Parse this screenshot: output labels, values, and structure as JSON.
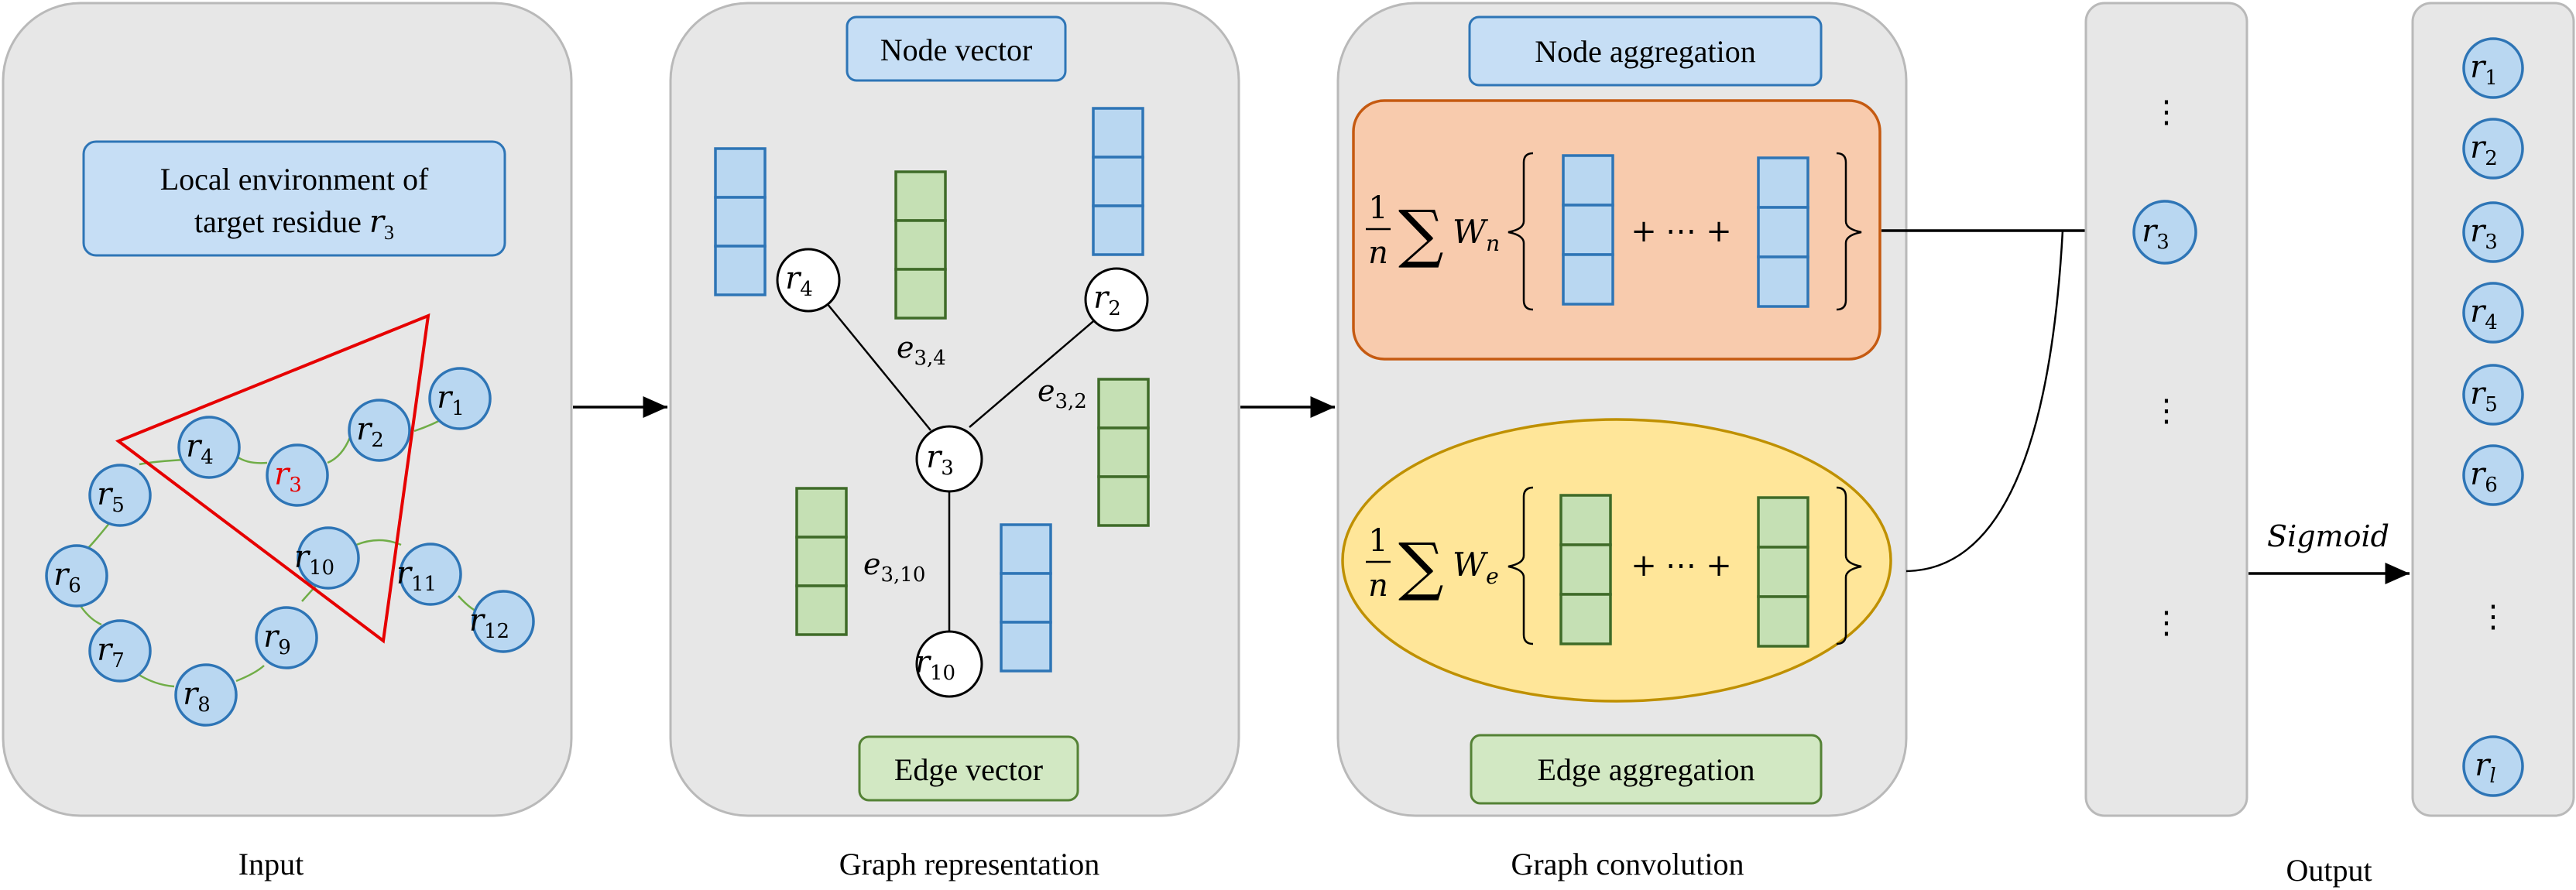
{
  "captions": {
    "input": "Input",
    "graph_representation": "Graph representation",
    "graph_convolution": "Graph convolution",
    "output": "Output"
  },
  "input_panel": {
    "title_line1": "Local environment of",
    "title_line2": "target residue",
    "title_var": "r",
    "title_sub": "3",
    "residues": [
      {
        "base": "r",
        "sub": "1",
        "highlight": false
      },
      {
        "base": "r",
        "sub": "2",
        "highlight": false
      },
      {
        "base": "r",
        "sub": "3",
        "highlight": true
      },
      {
        "base": "r",
        "sub": "4",
        "highlight": false
      },
      {
        "base": "r",
        "sub": "5",
        "highlight": false
      },
      {
        "base": "r",
        "sub": "6",
        "highlight": false
      },
      {
        "base": "r",
        "sub": "7",
        "highlight": false
      },
      {
        "base": "r",
        "sub": "8",
        "highlight": false
      },
      {
        "base": "r",
        "sub": "9",
        "highlight": false
      },
      {
        "base": "r",
        "sub": "10",
        "highlight": false
      },
      {
        "base": "r",
        "sub": "11",
        "highlight": false
      },
      {
        "base": "r",
        "sub": "12",
        "highlight": false
      }
    ]
  },
  "graph_panel": {
    "node_vector_label": "Node vector",
    "edge_vector_label": "Edge vector",
    "nodes": [
      {
        "base": "r",
        "sub": "4"
      },
      {
        "base": "r",
        "sub": "2"
      },
      {
        "base": "r",
        "sub": "3"
      },
      {
        "base": "r",
        "sub": "10"
      }
    ],
    "edges": [
      {
        "base": "e",
        "sub": "3,4"
      },
      {
        "base": "e",
        "sub": "3,2"
      },
      {
        "base": "e",
        "sub": "3,10"
      }
    ]
  },
  "conv_panel": {
    "node_aggregation_label": "Node aggregation",
    "edge_aggregation_label": "Edge aggregation",
    "node_formula": {
      "frac_num": "1",
      "frac_den": "n",
      "sum": "∑",
      "weight": "W",
      "weight_sub": "n",
      "plus1": "+",
      "dots": "⋯",
      "plus2": "+"
    },
    "edge_formula": {
      "frac_num": "1",
      "frac_den": "n",
      "sum": "∑",
      "weight": "W",
      "weight_sub": "e",
      "plus1": "+",
      "dots": "⋯",
      "plus2": "+"
    }
  },
  "hidden_panel": {
    "dots_top": "⋮",
    "dots_mid": "⋮",
    "dots_bottom": "⋮",
    "node": {
      "base": "r",
      "sub": "3"
    }
  },
  "sigmoid_label": "Sigmoid",
  "output_panel": {
    "nodes": [
      {
        "base": "r",
        "sub": "1"
      },
      {
        "base": "r",
        "sub": "2"
      },
      {
        "base": "r",
        "sub": "3"
      },
      {
        "base": "r",
        "sub": "4"
      },
      {
        "base": "r",
        "sub": "5"
      },
      {
        "base": "r",
        "sub": "6"
      }
    ],
    "dots": "⋮",
    "last": {
      "base": "r",
      "sub": "l"
    }
  },
  "colors": {
    "panel_fill": "#e7e7e7",
    "blue_vector": "#b9d7f1",
    "green_vector": "#c5e0b4",
    "node_agg_fill": "#f8cbad",
    "edge_agg_fill": "#ffe699",
    "triangle": "#e60000",
    "highlight_text": "#e60000"
  }
}
